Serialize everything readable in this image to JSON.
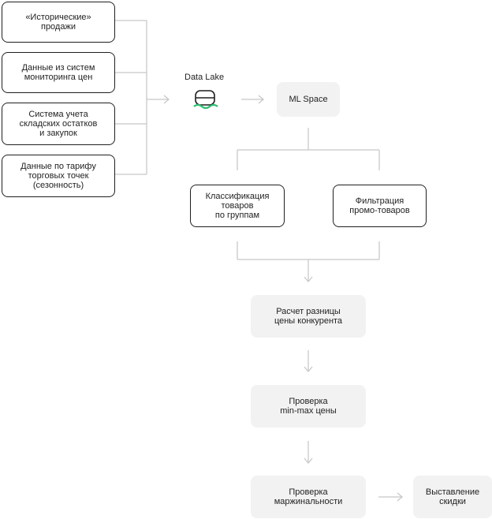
{
  "sources": [
    {
      "id": "sales",
      "text": "«Исторические»\nпродажи"
    },
    {
      "id": "monitoring",
      "text": "Данные из систем\nмониторинга цен"
    },
    {
      "id": "warehouse",
      "text": "Система учета\nскладских остатков\nи закупок"
    },
    {
      "id": "tariff",
      "text": "Данные по тарифу\nторговых точек\n(сезонность)"
    }
  ],
  "data_lake": {
    "label": "Data Lake",
    "icon": "database-icon"
  },
  "ml_space": {
    "text": "ML Space"
  },
  "classification": {
    "text": "Классификация\nтоваров\nпо группам"
  },
  "filtering": {
    "text": "Фильтрация\nпромо-товаров"
  },
  "competitor_diff": {
    "text": "Расчет разницы\nцены конкурента"
  },
  "minmax_check": {
    "text": "Проверка\nmin-max цены"
  },
  "margin_check": {
    "text": "Проверка\nмаржинальности"
  },
  "discount": {
    "text": "Выставление\nскидки"
  },
  "colors": {
    "line": "#c8c8c8",
    "box_fill": "#f2f2f2",
    "border": "#1f1f1f",
    "accent": "#2fbf71"
  }
}
